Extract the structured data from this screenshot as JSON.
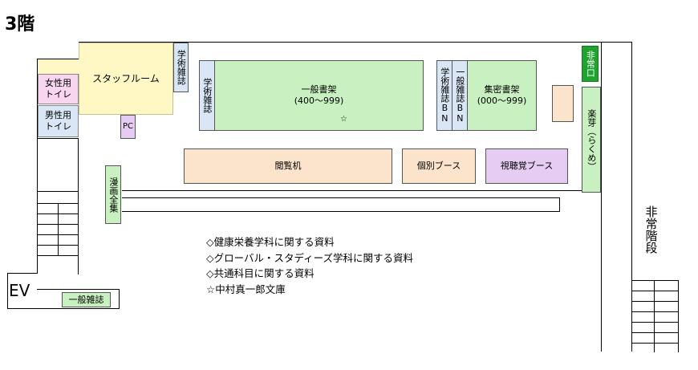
{
  "floor_title": "3階",
  "rooms": {
    "staff_room": "スタッフルーム",
    "womens_toilet": [
      "女性用",
      "トイレ"
    ],
    "mens_toilet": [
      "男性用",
      "トイレ"
    ],
    "pc": "PC",
    "academic_journals_small": "学術雑誌",
    "academic_journals_left": "学術雑誌",
    "general_stacks": [
      "一般書架",
      "(400～999)"
    ],
    "star_mark": "☆",
    "academic_journals_bn": "学術雑誌BN",
    "general_journals_bn": "一般雑誌BN",
    "compact_stacks": [
      "集密書架",
      "(000～999)"
    ],
    "emergency_exit_label": "非常口",
    "rakuga": "楽芽（らくめ）",
    "reading_desks": "閲覧机",
    "individual_booths": "個別ブース",
    "av_booth": "視聴覚ブース",
    "manga": "漫画全集",
    "emergency_stairs": "非常階段",
    "ev": "EV",
    "general_journals_bottom": "一般雑誌"
  },
  "legend": [
    "◇健康栄養学科に関する資料",
    "◇グローバル・スタディーズ学科に関する資料",
    "◇共通科目に関する資料",
    "☆中村真一郎文庫"
  ],
  "colors": {
    "yellow": "#fff8c4",
    "green": "#c9f0c0",
    "blue": "#d8e6f5",
    "pink": "#f9d6ef",
    "purple": "#e6ccf3",
    "peach": "#fbe3cc",
    "exit_green": "#1fa22e"
  }
}
